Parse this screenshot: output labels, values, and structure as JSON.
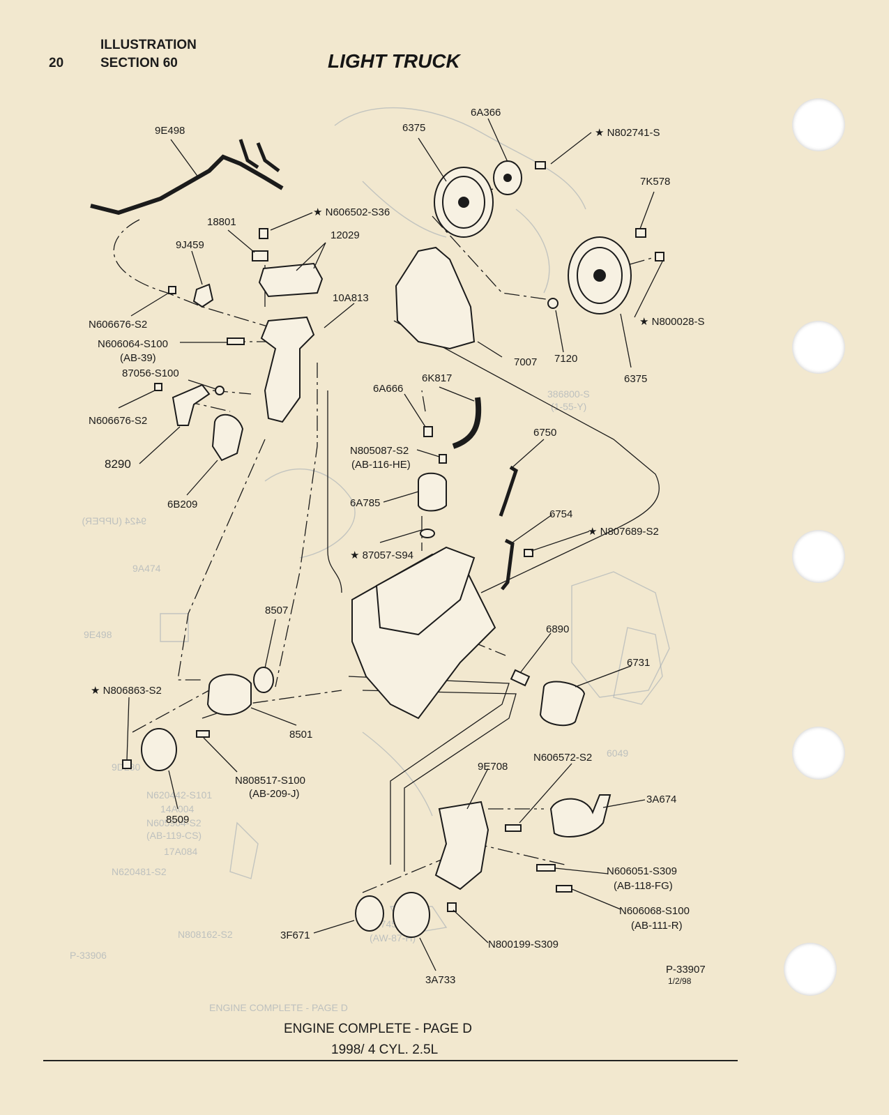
{
  "header": {
    "page_number": "20",
    "illustration": "ILLUSTRATION",
    "section": "SECTION 60",
    "title": "LIGHT TRUCK"
  },
  "footer": {
    "caption": "ENGINE COMPLETE - PAGE D",
    "subcaption": "1998/ 4 CYL. 2.5L"
  },
  "drawing_ref": {
    "number": "P-33907",
    "date": "1/2/98"
  },
  "callouts": {
    "c_9E498": "9E498",
    "c_6A366": "6A366",
    "c_6375_top": "6375",
    "c_N802741": "★ N802741-S",
    "c_7K578": "7K578",
    "c_N606502": "★ N606502-S36",
    "c_18801": "18801",
    "c_12029": "12029",
    "c_9J459": "9J459",
    "c_10A813": "10A813",
    "c_N606676_a": "N606676-S2",
    "c_N606064": "N606064-S100",
    "c_N606064_sub": "(AB-39)",
    "c_87056": "87056-S100",
    "c_N606676_b": "N606676-S2",
    "c_8290": "8290",
    "c_6B209": "6B209",
    "c_N800028": "★ N800028-S",
    "c_7007": "7007",
    "c_7120": "7120",
    "c_6375_bot": "6375",
    "c_6K817": "6K817",
    "c_6A666": "6A666",
    "c_6750": "6750",
    "c_N805087": "N805087-S2",
    "c_N805087_sub": "(AB-116-HE)",
    "c_6A785": "6A785",
    "c_6754": "6754",
    "c_N807689": "★ N807689-S2",
    "c_87057": "★ 87057-S94",
    "c_8507": "8507",
    "c_6890": "6890",
    "c_6731": "6731",
    "c_N806863": "★ N806863-S2",
    "c_8501": "8501",
    "c_N808517": "N808517-S100",
    "c_N808517_sub": "(AB-209-J)",
    "c_8509": "8509",
    "c_9E708": "9E708",
    "c_N606572": "N606572-S2",
    "c_3A674": "3A674",
    "c_N606051": "N606051-S309",
    "c_N606051_sub": "(AB-118-FG)",
    "c_N606068": "N606068-S100",
    "c_N606068_sub": "(AB-111-R)",
    "c_3F671": "3F671",
    "c_N800199": "N800199-S309",
    "c_3A733": "3A733"
  }
}
